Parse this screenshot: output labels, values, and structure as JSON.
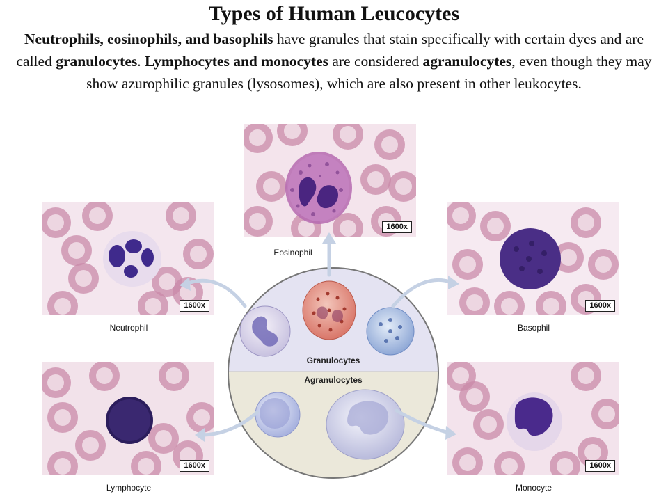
{
  "title": "Types of Human Leucocytes",
  "intro": {
    "s1": "Neutrophils, eosinophils, and basophils",
    "s2": " have granules that stain specifically with certain dyes and are called ",
    "s3": "granulocytes",
    "s4": ". ",
    "s5": "Lymphocytes and monocytes",
    "s6": " are considered ",
    "s7": "agranulocytes",
    "s8": ", even though they may show azurophilic granules (lysosomes), which are also present in other leukocytes."
  },
  "panels": {
    "eosinophil": {
      "caption": "Eosinophil",
      "magnification": "1600x"
    },
    "neutrophil": {
      "caption": "Neutrophil",
      "magnification": "1600x"
    },
    "basophil": {
      "caption": "Basophil",
      "magnification": "1600x"
    },
    "lymphocyte": {
      "caption": "Lymphocyte",
      "magnification": "1600x"
    },
    "monocyte": {
      "caption": "Monocyte",
      "magnification": "1600x"
    }
  },
  "diagram": {
    "granulocytes_label": "Granulocytes",
    "agranulocytes_label": "Agranulocytes"
  },
  "colors": {
    "rbc": "#c98aa8",
    "rbc_center": "#efdbe6",
    "nucleus": "#3a2270",
    "granule_region_top": "#e3e2f2",
    "granule_region_bottom": "#ece9dc",
    "arrow": "#b8c6dc"
  }
}
